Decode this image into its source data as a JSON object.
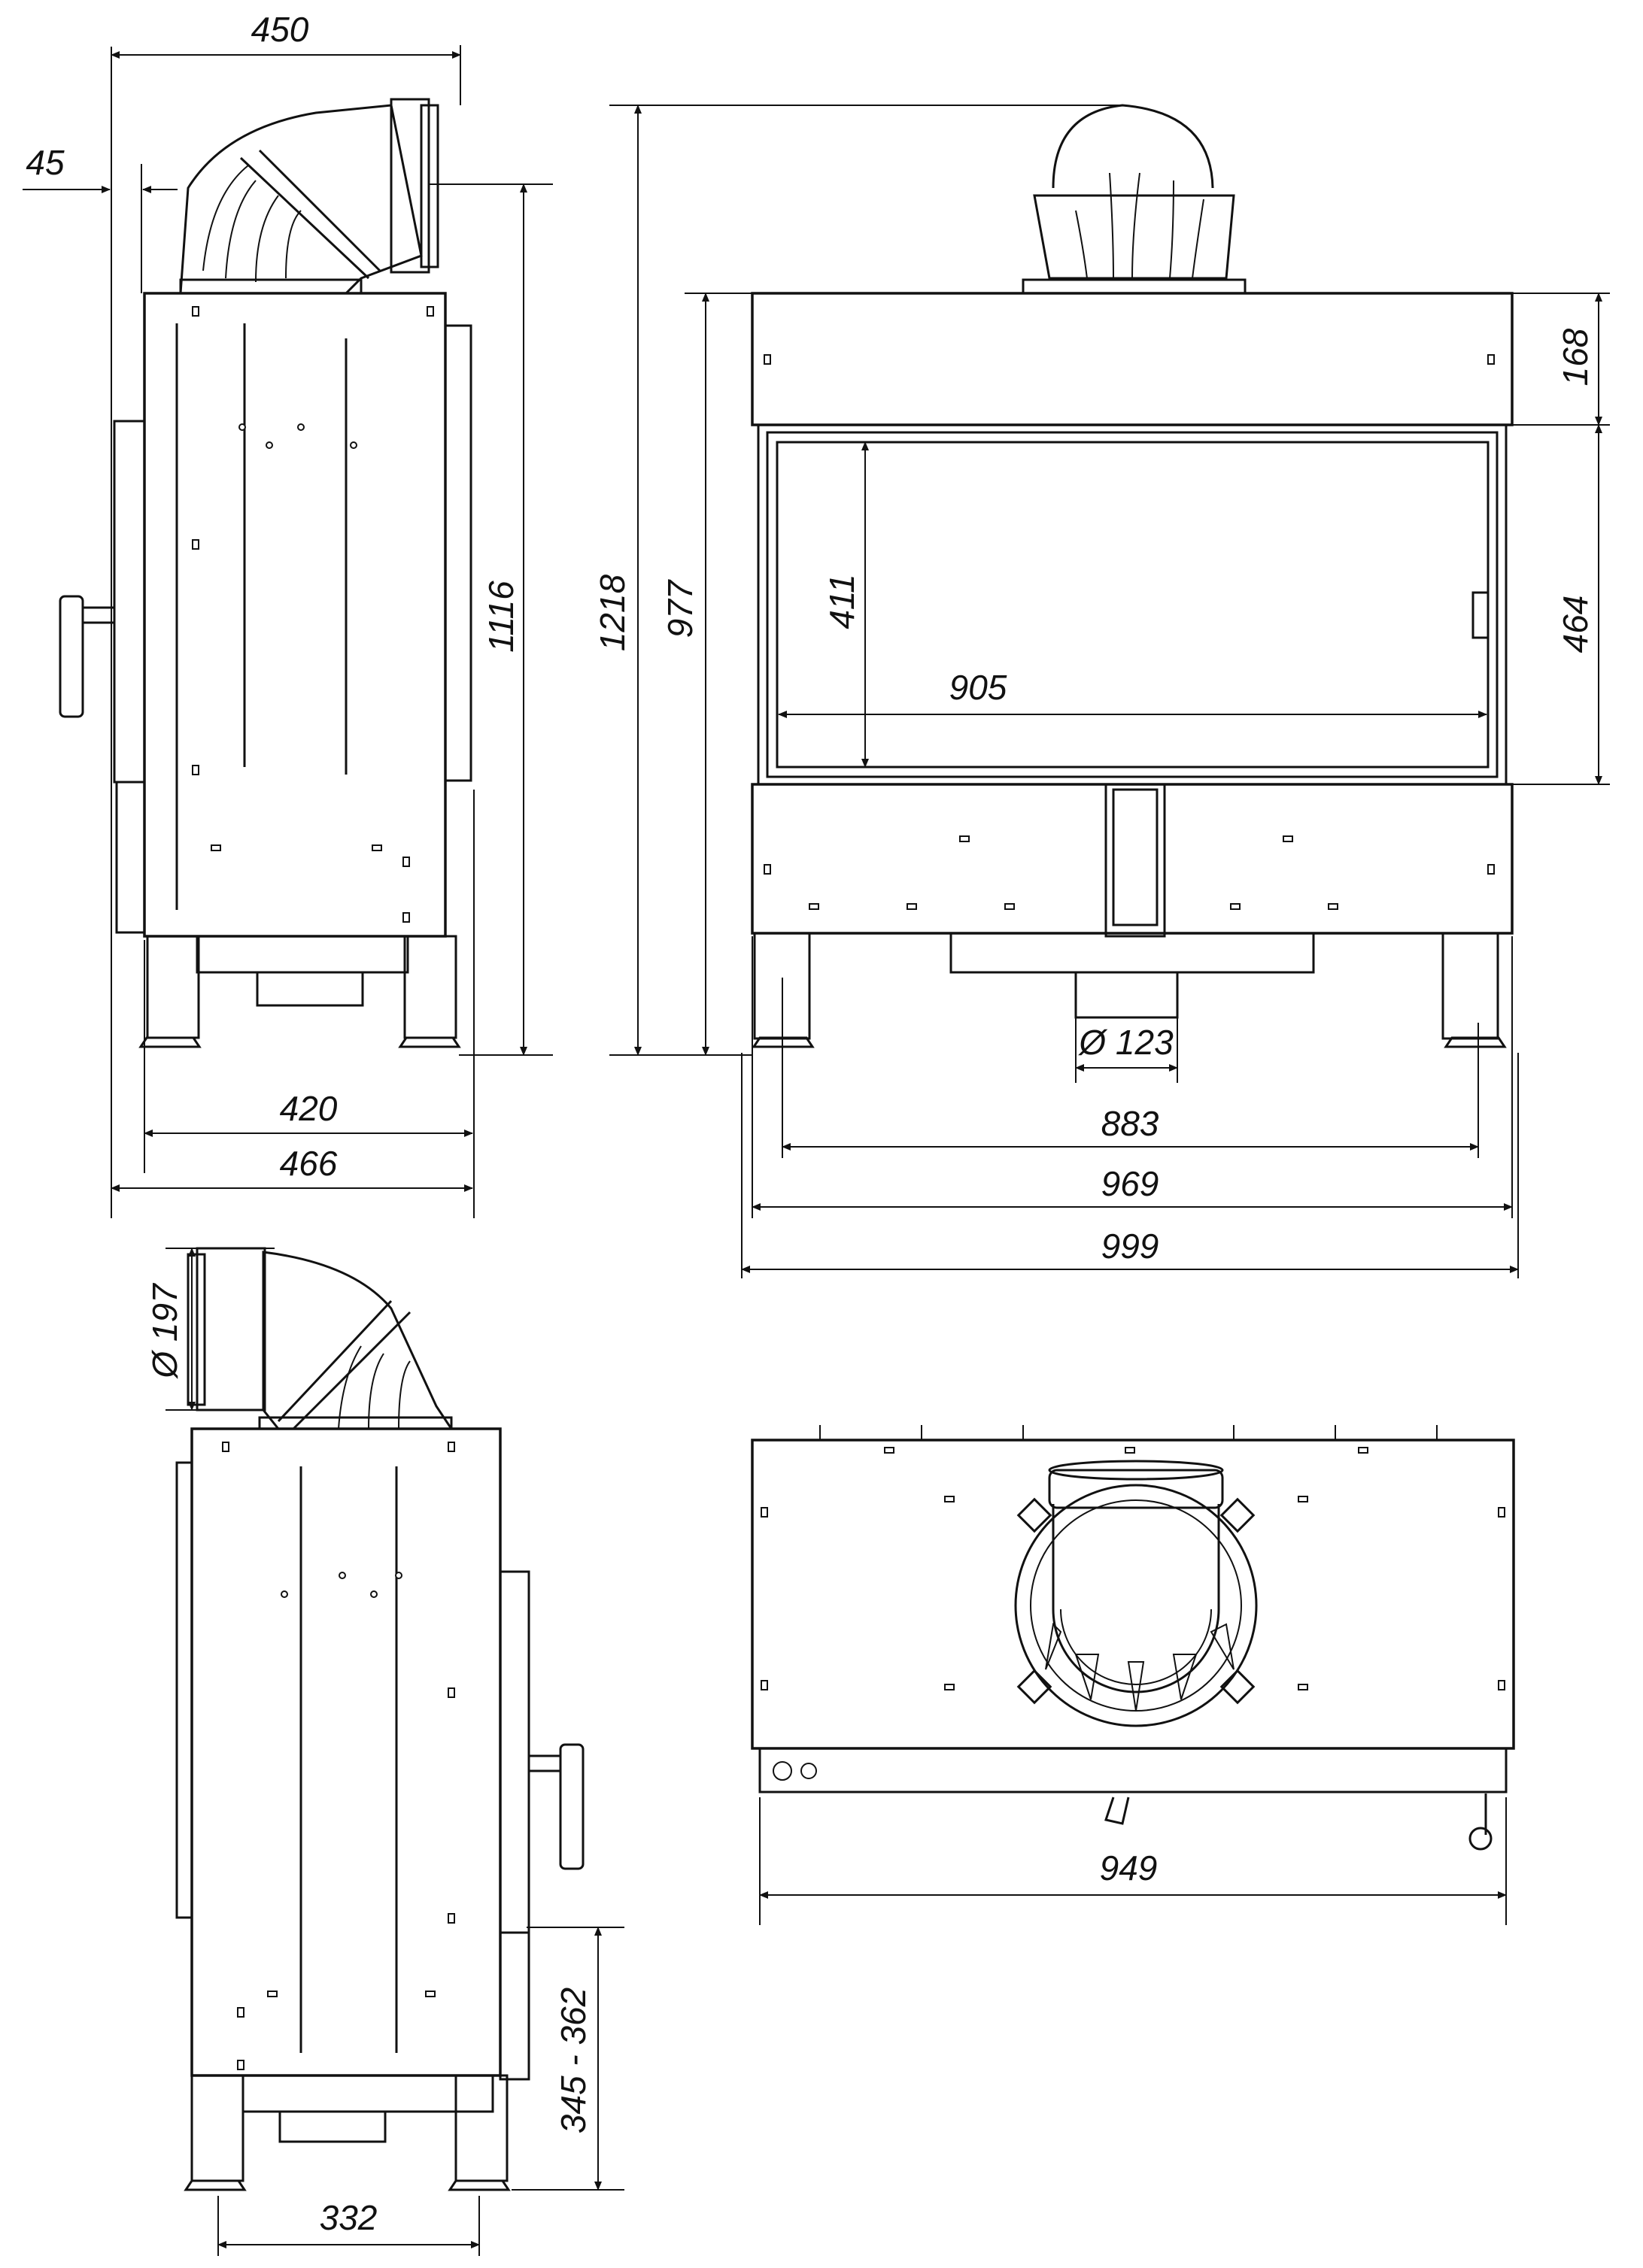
{
  "views": {
    "side_top": "side-view-top",
    "front": "front-view",
    "side_bottom": "side-view-bottom",
    "top": "top-view"
  },
  "dimensions": {
    "d450": "450",
    "d45": "45",
    "d1116": "1116",
    "d420": "420",
    "d466": "466",
    "d1218": "1218",
    "d977": "977",
    "d168": "168",
    "d464": "464",
    "d411": "411",
    "d905": "905",
    "d123": "Ø 123",
    "d883": "883",
    "d969": "969",
    "d999": "999",
    "d197": "Ø 197",
    "d345": "345 - 362",
    "d332": "332",
    "d949": "949"
  },
  "colors": {
    "line": "#111111",
    "background": "#ffffff"
  }
}
